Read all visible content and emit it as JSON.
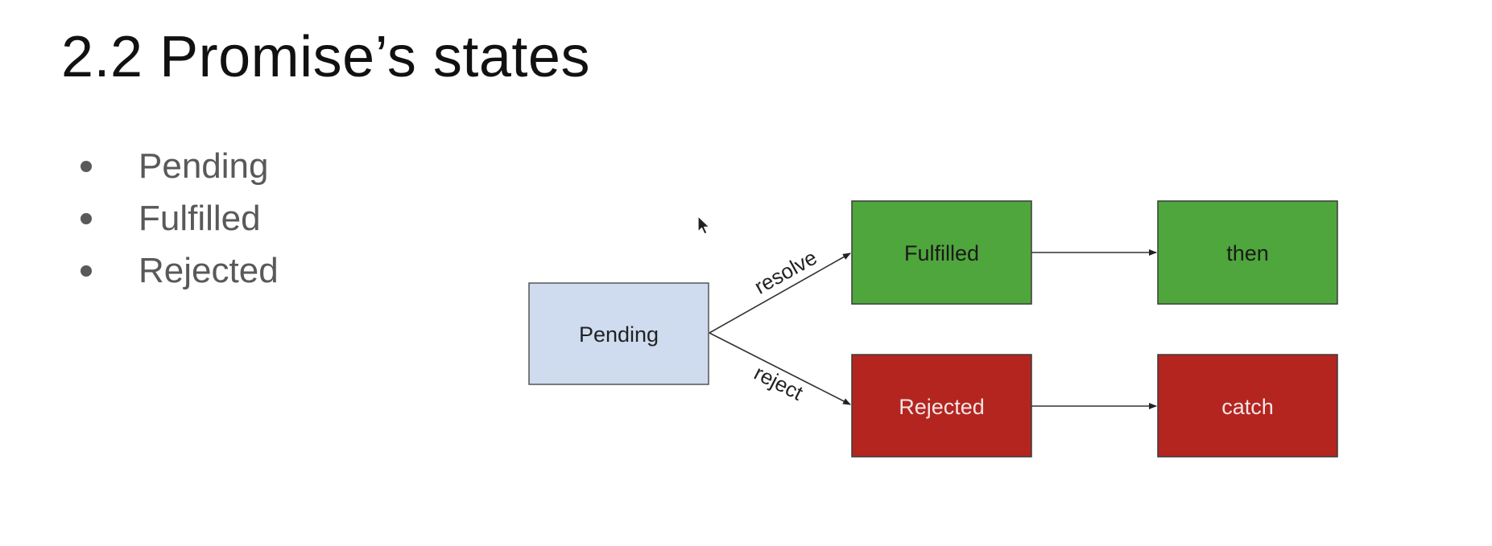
{
  "slide": {
    "title": "2.2 Promise’s states",
    "bullets": [
      {
        "label": "Pending"
      },
      {
        "label": "Fulfilled"
      },
      {
        "label": "Rejected"
      }
    ]
  },
  "diagram": {
    "nodes": {
      "pending": {
        "label": "Pending",
        "fill": "#cfdcef",
        "text_color": "#222222"
      },
      "fulfilled": {
        "label": "Fulfilled",
        "fill": "#4fa63c",
        "text_color": "#1a1a1a"
      },
      "then": {
        "label": "then",
        "fill": "#4fa63c",
        "text_color": "#1a1a1a"
      },
      "rejected": {
        "label": "Rejected",
        "fill": "#b42520",
        "text_color": "#f3e6e6"
      },
      "catch": {
        "label": "catch",
        "fill": "#b42520",
        "text_color": "#f3e6e6"
      }
    },
    "edges": {
      "resolve": {
        "label": "resolve",
        "from": "pending",
        "to": "fulfilled"
      },
      "reject": {
        "label": "reject",
        "from": "pending",
        "to": "rejected"
      },
      "fulfilled_then": {
        "label": "",
        "from": "fulfilled",
        "to": "then"
      },
      "rejected_catch": {
        "label": "",
        "from": "rejected",
        "to": "catch"
      }
    }
  }
}
